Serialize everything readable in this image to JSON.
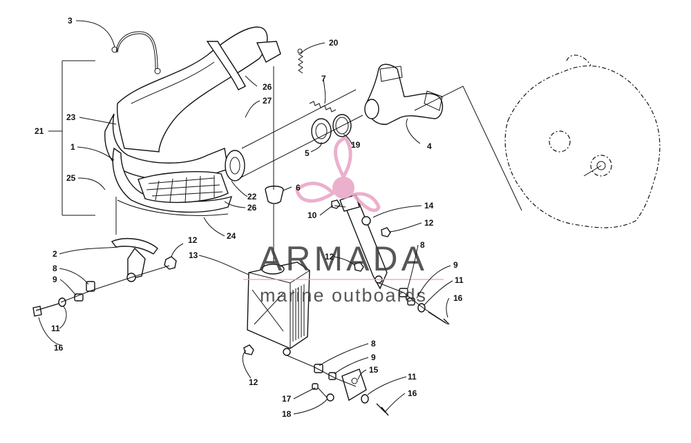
{
  "callouts": {
    "c1": "1",
    "c2": "2",
    "c3": "3",
    "c4": "4",
    "c5": "5",
    "c6": "6",
    "c7": "7",
    "c8a": "8",
    "c8b": "8",
    "c8c": "8",
    "c9a": "9",
    "c9b": "9",
    "c9c": "9",
    "c10": "10",
    "c11a": "11",
    "c11b": "11",
    "c11c": "11",
    "c12a": "12",
    "c12b": "12",
    "c12c": "12",
    "c12d": "12",
    "c13": "13",
    "c14": "14",
    "c15": "15",
    "c16a": "16",
    "c16b": "16",
    "c16c": "16",
    "c17": "17",
    "c18": "18",
    "c19": "19",
    "c20": "20",
    "c21": "21",
    "c22": "22",
    "c23": "23",
    "c24": "24",
    "c25": "25",
    "c26a": "26",
    "c26b": "26",
    "c27": "27"
  },
  "watermark": {
    "brand": "ARMADA",
    "tagline": "marine outboards",
    "text_color": "#3a3a3a",
    "logo_color": "#e8a3c4"
  }
}
